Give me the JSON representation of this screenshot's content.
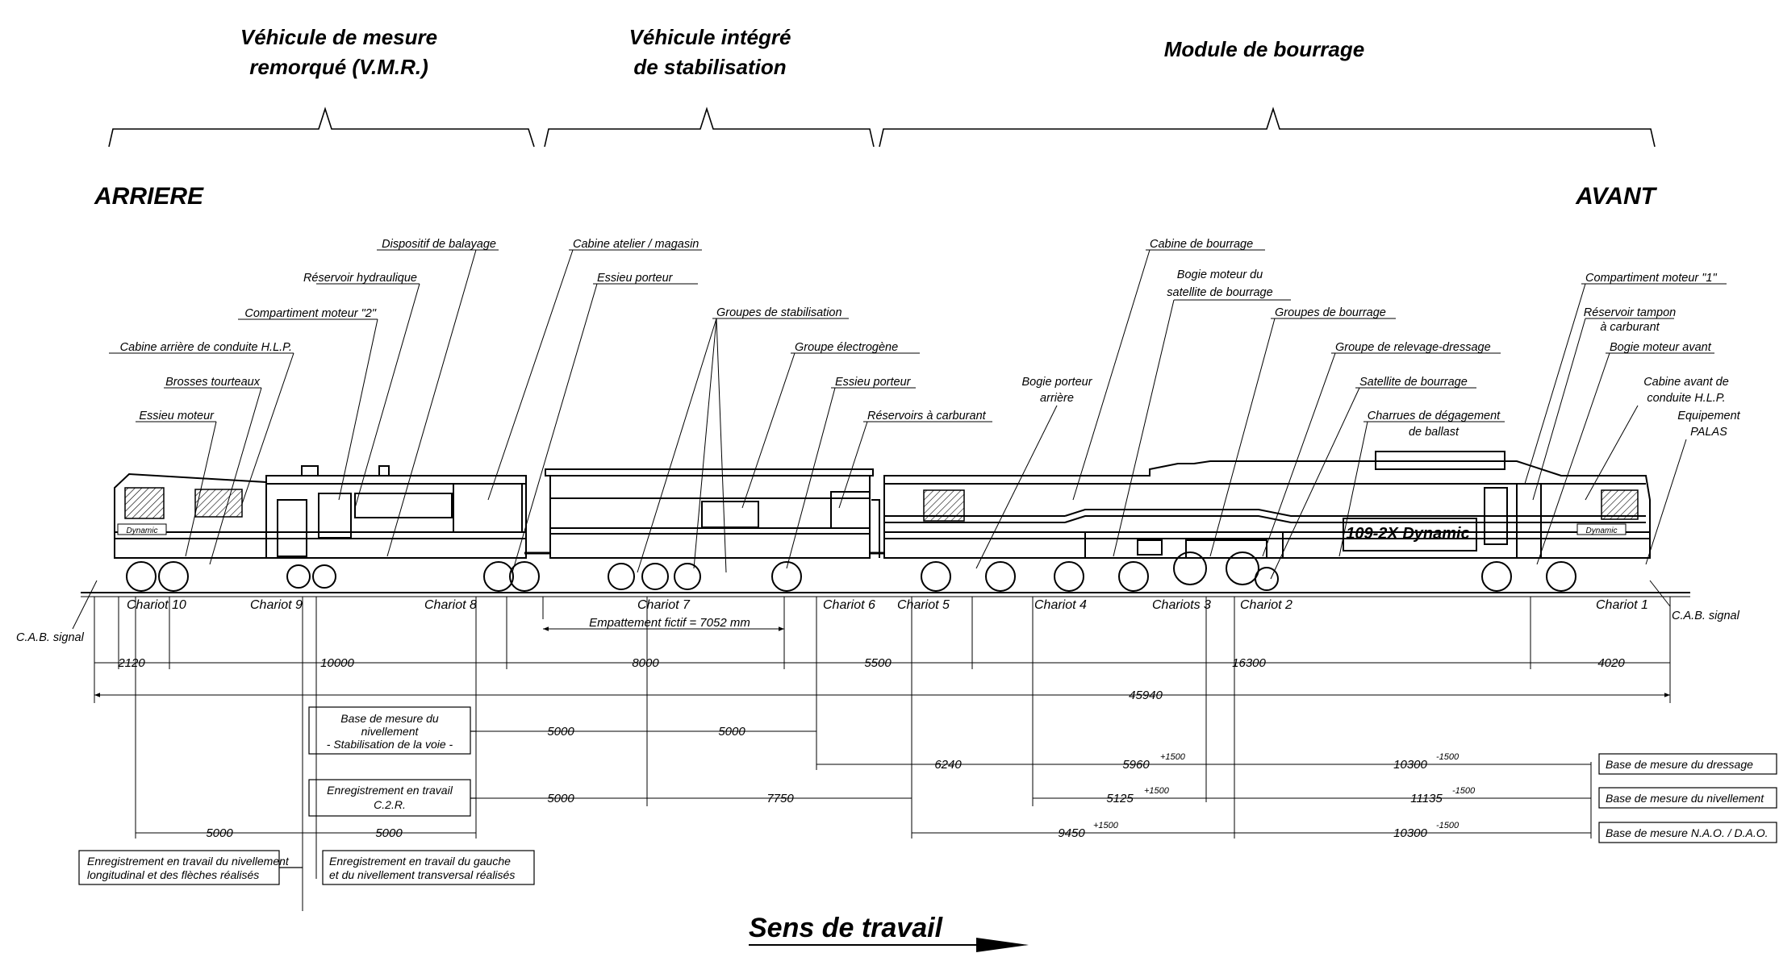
{
  "sections": [
    {
      "line1": "Véhicule de mesure",
      "line2": "remorqué (V.M.R.)"
    },
    {
      "line1": "Véhicule intégré",
      "line2": "de stabilisation"
    },
    {
      "line1": "Module de bourrage",
      "line2": ""
    }
  ],
  "ends": {
    "rear": "ARRIERE",
    "front": "AVANT"
  },
  "labels": {
    "dispositif_balayage": "Dispositif de balayage",
    "reservoir_hydraulique": "Réservoir hydraulique",
    "compartiment_moteur_2": "Compartiment moteur \"2\"",
    "cabine_arriere": "Cabine arrière de conduite H.L.P.",
    "brosses": "Brosses tourteaux",
    "essieu_moteur": "Essieu moteur",
    "cabine_atelier": "Cabine atelier / magasin",
    "essieu_porteur_1": "Essieu porteur",
    "groupes_stab": "Groupes de stabilisation",
    "groupe_electrogene": "Groupe électrogène",
    "essieu_porteur_2": "Essieu porteur",
    "reservoirs_carburant": "Réservoirs à carburant",
    "bogie_porteur_1": "Bogie porteur",
    "bogie_porteur_2": "arrière",
    "cabine_bourrage": "Cabine de bourrage",
    "bogie_moteur_sat_1": "Bogie moteur du",
    "bogie_moteur_sat_2": "satellite de bourrage",
    "groupes_bourrage": "Groupes de bourrage",
    "groupe_relevage": "Groupe de relevage-dressage",
    "satellite": "Satellite de bourrage",
    "charrues_1": "Charrues de dégagement",
    "charrues_2": "de ballast",
    "compartiment_moteur_1": "Compartiment moteur \"1\"",
    "reservoir_tampon_1": "Réservoir tampon",
    "reservoir_tampon_2": "à carburant",
    "bogie_moteur_avant": "Bogie moteur avant",
    "cabine_avant_1": "Cabine avant de",
    "cabine_avant_2": "conduite H.L.P.",
    "equipement_1": "Equipement",
    "equipement_2": "PALAS",
    "cab_signal_left": "C.A.B. signal",
    "cab_signal_right": "C.A.B. signal"
  },
  "chariots": [
    {
      "label": "Chariot 10"
    },
    {
      "label": "Chariot 9"
    },
    {
      "label": "Chariot 8"
    },
    {
      "label": "Chariot 7"
    },
    {
      "label": "Chariot 6"
    },
    {
      "label": "Chariot 5"
    },
    {
      "label": "Chariot 4"
    },
    {
      "label": "Chariots 3"
    },
    {
      "label": "Chariot 2"
    },
    {
      "label": "Chariot 1"
    }
  ],
  "brand": {
    "plate": "109-2X Dynamic",
    "logo": "Dynamic"
  },
  "dimensions": {
    "empattement": "Empattement fictif = 7052 mm",
    "row1": [
      "2120",
      "10000",
      "8000",
      "5500",
      "16300",
      "4020"
    ],
    "total": "45940",
    "stab": [
      "5000",
      "5000"
    ],
    "dressage": {
      "a": "6240",
      "b": "5960",
      "b_tol": "+1500",
      "c": "10300",
      "c_tol": "-1500"
    },
    "c2r": {
      "a": "5000",
      "b": "7750"
    },
    "nivellement": {
      "a": "5125",
      "a_tol": "+1500",
      "b": "11135",
      "b_tol": "-1500"
    },
    "vmr": {
      "a": "5000",
      "b": "5000"
    },
    "nao": {
      "a": "9450",
      "a_tol": "+1500",
      "b": "10300",
      "b_tol": "-1500"
    }
  },
  "boxes": {
    "base_stab": [
      "Base de mesure du",
      "nivellement",
      "- Stabilisation de la voie -"
    ],
    "c2r": [
      "Enregistrement en travail",
      "C.2.R."
    ],
    "enreg_long": [
      "Enregistrement en travail du nivellement",
      "longitudinal et des flèches réalisés"
    ],
    "enreg_gauche": [
      "Enregistrement en travail du gauche",
      "et du nivellement transversal réalisés"
    ],
    "base_dressage": "Base de mesure du dressage",
    "base_nivellement": "Base de mesure du nivellement",
    "base_nao": "Base de mesure N.A.O. / D.A.O."
  },
  "direction": "Sens de travail"
}
